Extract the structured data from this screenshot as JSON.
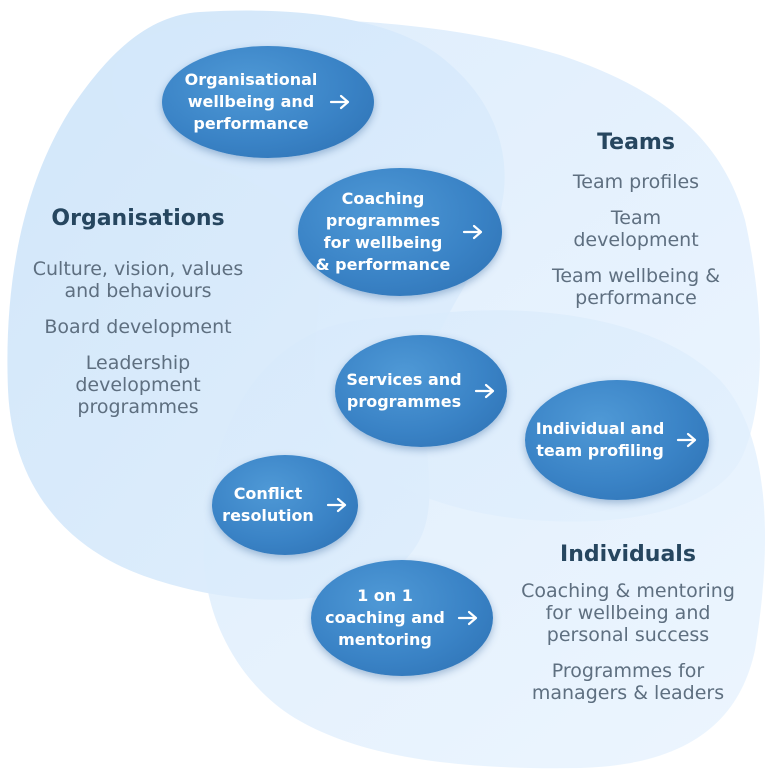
{
  "groups": {
    "organisations": {
      "title": "Organisations",
      "items": [
        "Culture, vision, values\nand behaviours",
        "Board development",
        "Leadership\ndevelopment\nprogrammes"
      ]
    },
    "teams": {
      "title": "Teams",
      "items": [
        "Team profiles",
        "Team\ndevelopment",
        "Team wellbeing &\nperformance"
      ]
    },
    "individuals": {
      "title": "Individuals",
      "items": [
        "Coaching & mentoring\nfor wellbeing and\npersonal success",
        "Programmes for\nmanagers & leaders"
      ]
    }
  },
  "nodes": {
    "org_wellbeing": "Organisational\nwellbeing and\nperformance",
    "coaching_programmes": "Coaching\nprogrammes\nfor wellbeing\n& performance",
    "services_programmes": "Services and\nprogrammes",
    "profiling": "Individual and\nteam profiling",
    "conflict": "Conflict\nresolution",
    "one_on_one": "1 on 1\ncoaching and\nmentoring"
  },
  "icons": {
    "node_arrow": "arrow-right-icon"
  },
  "colors": {
    "node": "#3a83c6",
    "heading": "#26465f",
    "text": "#5e6f80",
    "region": "#cfe6fb"
  }
}
